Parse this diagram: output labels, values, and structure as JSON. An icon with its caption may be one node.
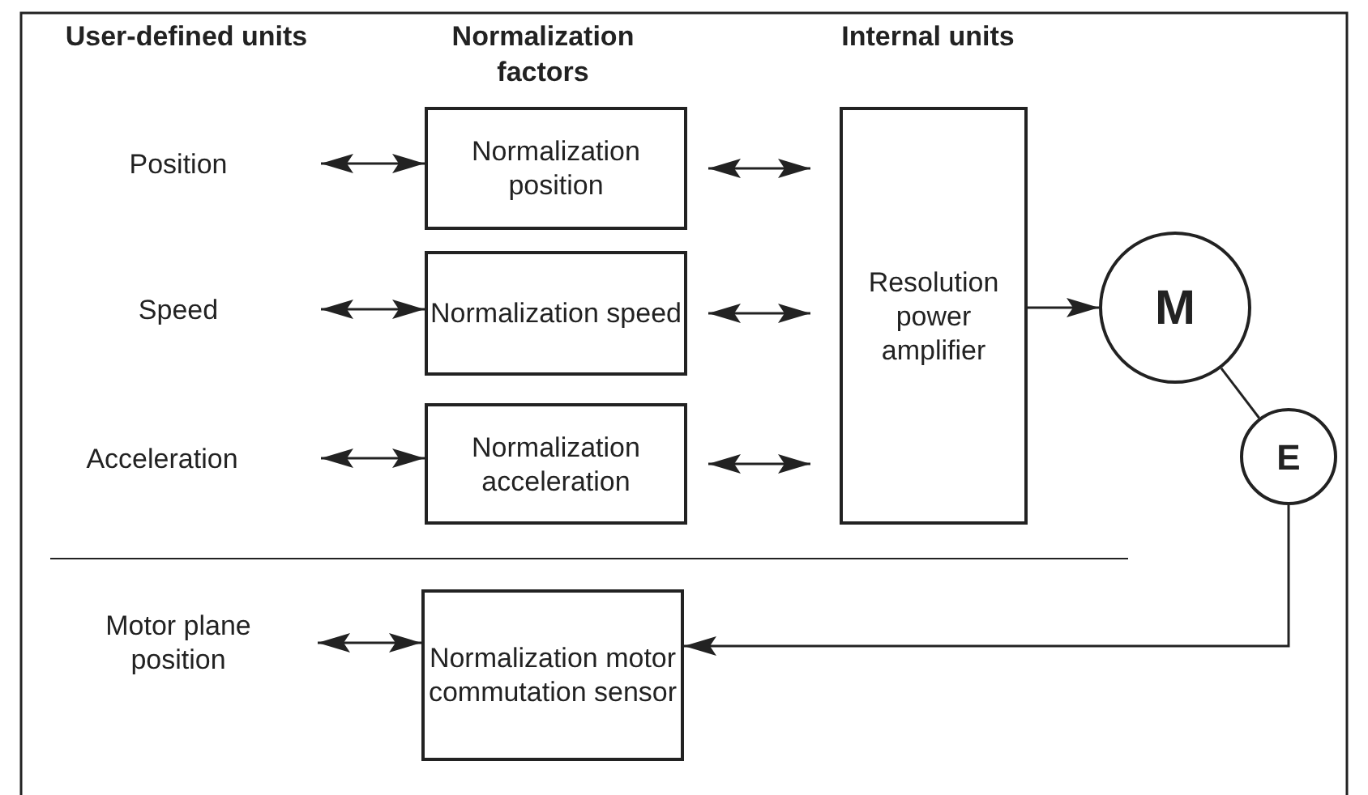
{
  "diagram": {
    "nodes": [
      {
        "text": [
          "Position"
        ]
      },
      {
        "text": [
          "Speed"
        ]
      },
      {
        "text": [
          "Acceleration"
        ]
      },
      {
        "text": [
          "Motor plane position"
        ]
      },
      {
        "text": [
          "Normalization position"
        ]
      },
      {
        "text": [
          "Normalization speed"
        ]
      },
      {
        "text": [
          "Normalization acceleration"
        ]
      },
      {
        "text": [
          "Normalization motor commutation sensor"
        ]
      },
      {
        "text": [
          "Resolution power amplifier"
        ]
      },
      {
        "text": [
          "M"
        ]
      },
      {
        "text": [
          "E"
        ]
      }
    ],
    "edges": [
      {
        "from": 0,
        "to": 4,
        "arrow": "both"
      },
      {
        "from": 4,
        "to": 8,
        "arrow": "both"
      },
      {
        "from": 1,
        "to": 5,
        "arrow": "both"
      },
      {
        "from": 5,
        "to": 8,
        "arrow": "both"
      },
      {
        "from": 2,
        "to": 6,
        "arrow": "both"
      },
      {
        "from": 6,
        "to": 8,
        "arrow": "both"
      },
      {
        "from": 8,
        "to": 9,
        "arrow": "to"
      },
      {
        "from": 9,
        "to": 10,
        "arrow": "none"
      },
      {
        "from": 3,
        "to": 7,
        "arrow": "both"
      },
      {
        "from": 10,
        "to": 7,
        "arrow": "to"
      }
    ],
    "labels": [
      "User-defined units",
      "Normalization factors",
      "Internal units"
    ]
  }
}
